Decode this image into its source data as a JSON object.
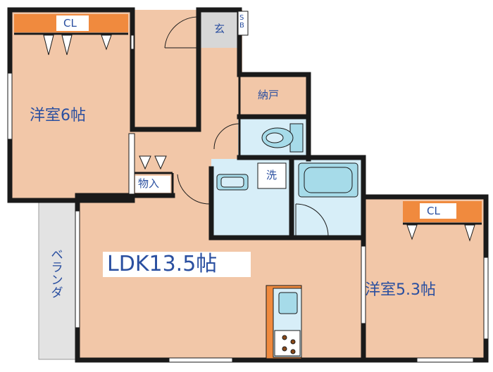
{
  "rooms": {
    "western_6": {
      "label": "洋室6帖",
      "fill": "#f2c7a8"
    },
    "western_53": {
      "label": "洋室5.3帖",
      "fill": "#f2c7a8"
    },
    "ldk": {
      "label": "LDK13.5帖",
      "fill": "#f2c7a8"
    },
    "entrance": {
      "label": "玄",
      "fill": "#d7d7d7"
    },
    "shoe_box": {
      "label": "SB"
    },
    "storage": {
      "label": "納戸",
      "fill": "#f2c7a8"
    },
    "closet_storage": {
      "label": "物入"
    },
    "washer": {
      "label": "洗"
    },
    "closet_left": {
      "label": "CL"
    },
    "closet_right": {
      "label": "CL"
    },
    "veranda": {
      "label": "ベランダ",
      "fill": "#e3e3e3"
    }
  },
  "colors": {
    "wall": "#1a1a1a",
    "room": "#f2c7a8",
    "closet": "#f08a3e",
    "wet_area": "#d7eef8",
    "fixture": "#a6dbe9",
    "label": "#2a4fa0"
  }
}
